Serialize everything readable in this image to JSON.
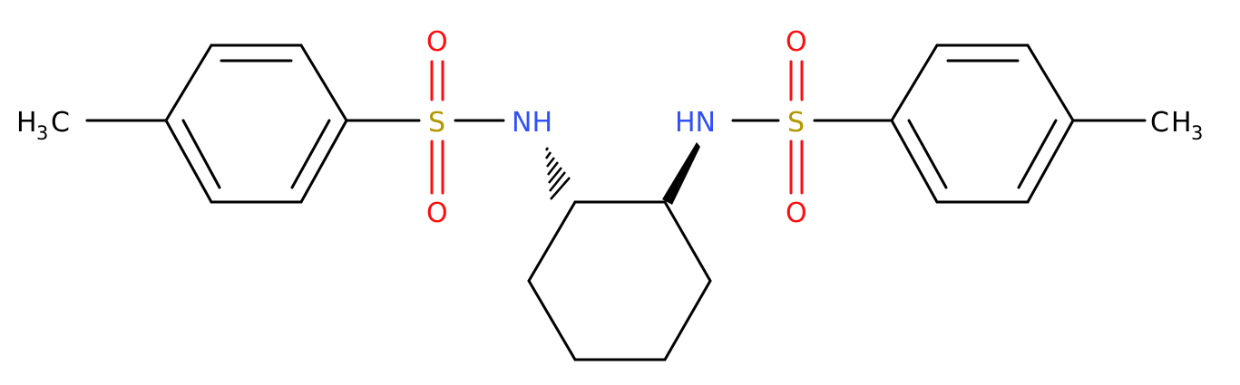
{
  "molecule": {
    "colors": {
      "bond": "#000000",
      "sulfur": "#b29800",
      "oxygen": "#ff0d0d",
      "nitrogen": "#3050f8",
      "carbon_label": "#000000"
    },
    "labels": {
      "left_methyl_h": "H",
      "left_methyl_sub": "3",
      "left_methyl_c": "C",
      "right_methyl_c": "C",
      "right_methyl_h": "H",
      "right_methyl_sub": "3",
      "left_sulfur": "S",
      "right_sulfur": "S",
      "left_oxygen_top": "O",
      "left_oxygen_bottom": "O",
      "right_oxygen_top": "O",
      "right_oxygen_bottom": "O",
      "left_amine": "NH",
      "right_amine": "HN"
    }
  }
}
